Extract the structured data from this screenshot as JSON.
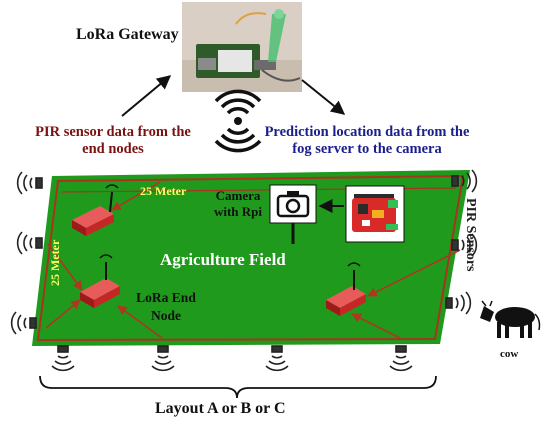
{
  "gateway": {
    "title": "LoRa Gateway"
  },
  "captions": {
    "left_line1": "PIR sensor data from the",
    "left_line2": "end nodes",
    "right_line1": "Prediction location data from the",
    "right_line2": "fog server to the camera"
  },
  "field": {
    "label": "Agriculture Field",
    "width_label": "25 Meter",
    "height_label": "25 Meter",
    "camera_line1": "Camera",
    "camera_line2": "with Rpi",
    "node_line1": "LoRa End",
    "node_line2": "Node"
  },
  "side": {
    "pir_label": "PIR Sensors",
    "cow_label": "cow"
  },
  "bottom": {
    "layout_label": "Layout A or B or C"
  },
  "colors": {
    "field": "#1f9a1c",
    "boundary": "#a8341e",
    "node": "#d62a2a",
    "left_caption": "#7a1212",
    "right_caption": "#1a1f8c"
  }
}
